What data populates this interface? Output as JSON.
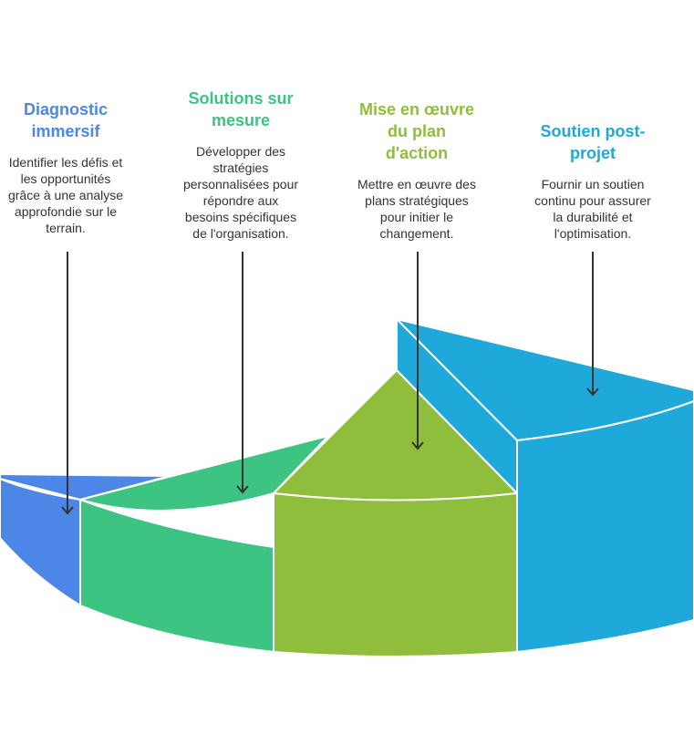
{
  "stages": [
    {
      "title": "Diagnostic\nimmersif",
      "description": "Identifier les défis et\nles opportunités\ngrâce à une analyse\napprofondie sur le\nterrain.",
      "color": "#4C86E6"
    },
    {
      "title": "Solutions sur\nmesure",
      "description": "Développer des\nstratégies\npersonnalisées pour\nrépondre aux\nbesoins spécifiques\nde l'organisation.",
      "color": "#3DC483"
    },
    {
      "title": "Mise en œuvre\ndu plan\nd'action",
      "description": "Mettre en œuvre des\nplans stratégiques\npour initier le\nchangement.",
      "color": "#8FBE3C"
    },
    {
      "title": "Soutien post-\nprojet",
      "description": "Fournir un soutien\ncontinu pour assurer\nla durabilité et\nl'optimisation.",
      "color": "#1FA9DA"
    }
  ],
  "arrow_color": "#333333"
}
